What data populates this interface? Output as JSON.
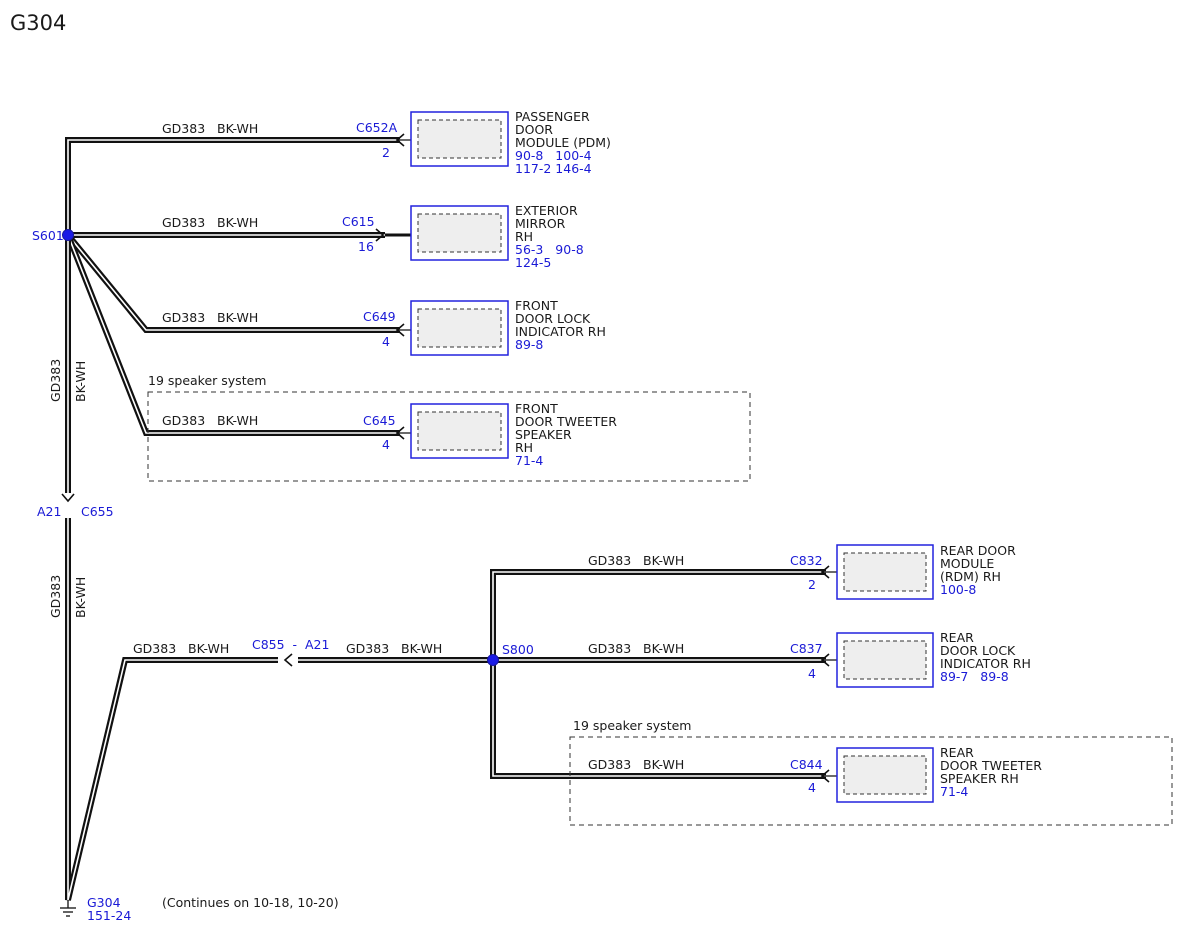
{
  "title": "G304",
  "wire": {
    "circuit": "GD383",
    "color": "BK-WH"
  },
  "splices": {
    "s601": "S601",
    "s800": "S800"
  },
  "inline": {
    "a21": "A21",
    "c655": "C655",
    "c855_label": "C855  -  A21"
  },
  "ground": {
    "name": "G304",
    "ref": "151-24",
    "note": "(Continues on 10-18, 10-20)"
  },
  "options": {
    "speaker": "19 speaker system"
  },
  "components": [
    {
      "connector": "C652A",
      "pin": "2",
      "lines": [
        "PASSENGER",
        "DOOR",
        "MODULE (PDM)"
      ],
      "refs": [
        "90-8   100-4",
        "117-2 146-4"
      ]
    },
    {
      "connector": "C615",
      "pin": "16",
      "lines": [
        "EXTERIOR",
        "MIRROR",
        "RH"
      ],
      "refs": [
        "56-3   90-8",
        "124-5"
      ]
    },
    {
      "connector": "C649",
      "pin": "4",
      "lines": [
        "FRONT",
        "DOOR LOCK",
        "INDICATOR RH"
      ],
      "refs": [
        "89-8"
      ]
    },
    {
      "connector": "C645",
      "pin": "4",
      "lines": [
        "FRONT",
        "DOOR TWEETER",
        "SPEAKER",
        "RH"
      ],
      "refs": [
        "71-4"
      ]
    },
    {
      "connector": "C832",
      "pin": "2",
      "lines": [
        "REAR DOOR",
        "MODULE",
        "(RDM) RH"
      ],
      "refs": [
        "100-8"
      ]
    },
    {
      "connector": "C837",
      "pin": "4",
      "lines": [
        "REAR",
        "DOOR LOCK",
        "INDICATOR RH"
      ],
      "refs": [
        "89-7   89-8"
      ]
    },
    {
      "connector": "C844",
      "pin": "4",
      "lines": [
        "REAR",
        "DOOR TWEETER",
        "SPEAKER RH"
      ],
      "refs": [
        "71-4"
      ]
    }
  ]
}
